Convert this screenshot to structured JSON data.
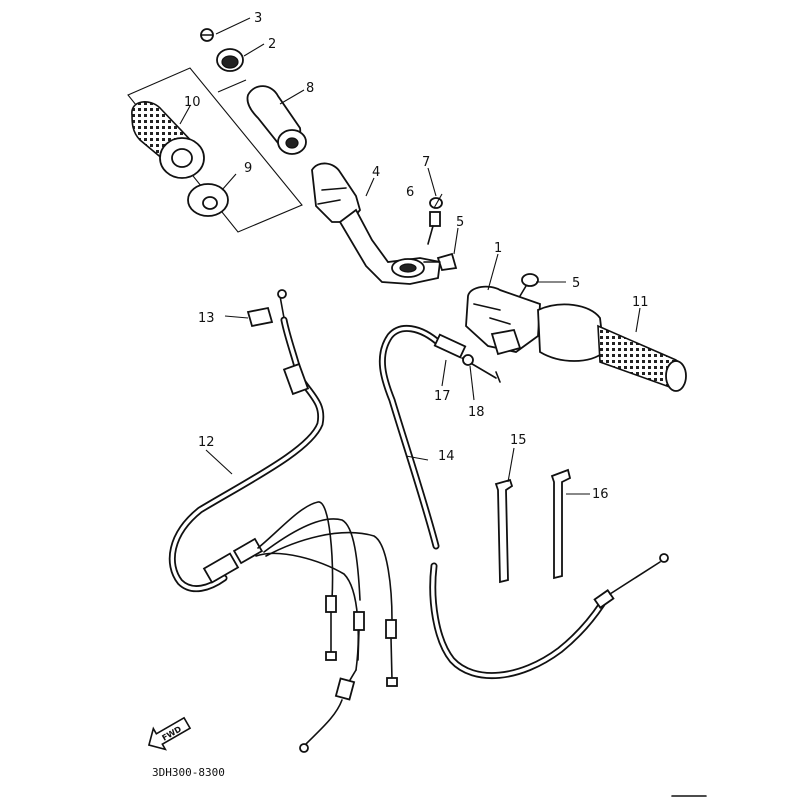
{
  "parts": [
    {
      "num": "1"
    },
    {
      "num": "2"
    },
    {
      "num": "3"
    },
    {
      "num": "4"
    },
    {
      "num": "5"
    },
    {
      "num": "5"
    },
    {
      "num": "6"
    },
    {
      "num": "7"
    },
    {
      "num": "8"
    },
    {
      "num": "9"
    },
    {
      "num": "10"
    },
    {
      "num": "11"
    },
    {
      "num": "12"
    },
    {
      "num": "13"
    },
    {
      "num": "14"
    },
    {
      "num": "15"
    },
    {
      "num": "16"
    },
    {
      "num": "17"
    },
    {
      "num": "18"
    }
  ],
  "footer": {
    "diagram_code": "3DH300-8300",
    "direction_badge": "FWD"
  }
}
